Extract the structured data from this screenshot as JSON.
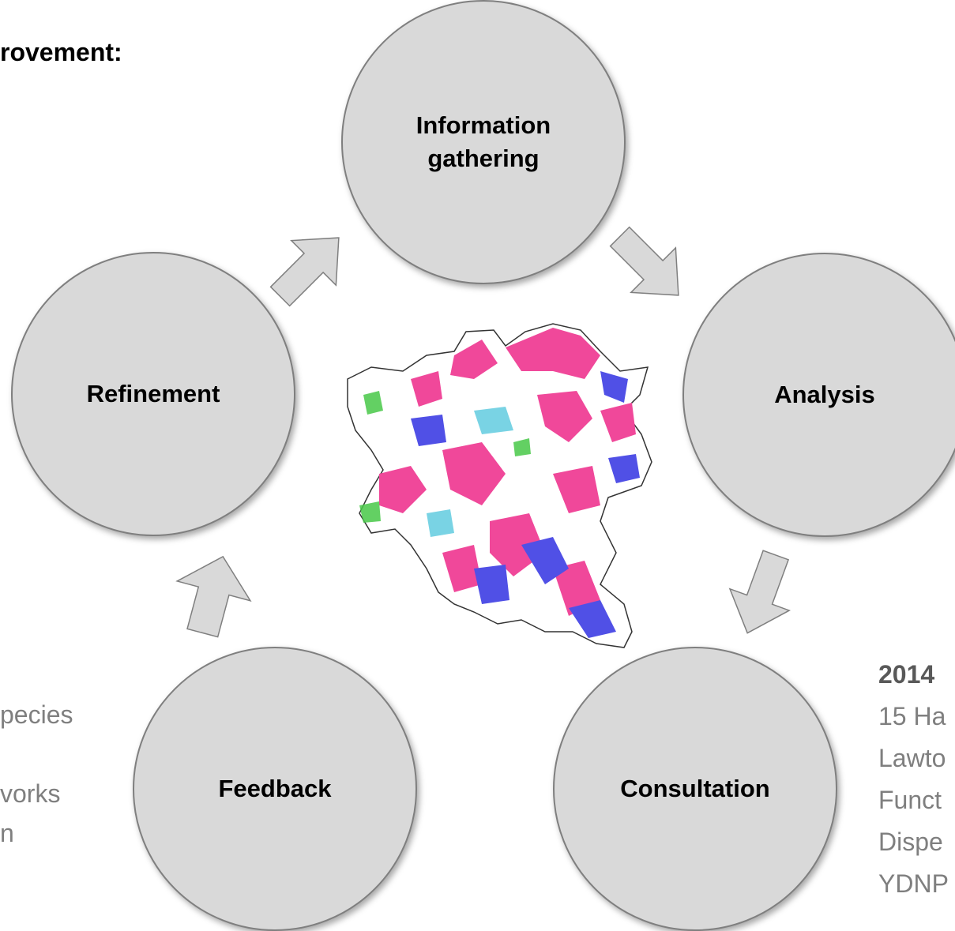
{
  "heading": "rovement:",
  "cycle": {
    "information_gathering": "Information\ngathering",
    "analysis": "Analysis",
    "consultation": "Consultation",
    "feedback": "Feedback",
    "refinement": "Refinement"
  },
  "left_text": [
    "pecies",
    "",
    "vorks",
    "n"
  ],
  "right_text": {
    "year": "2014",
    "lines": [
      "15 Ha",
      "Lawto",
      "Funct",
      "Dispe",
      "YDNP"
    ]
  },
  "map_colors": {
    "pink": "#f0489a",
    "blue": "#5050e6",
    "green": "#48c848",
    "white": "#ffffff",
    "cyan": "#40c0d8"
  },
  "circle_fill": "#d9d9d9",
  "arrow_fill": "#d9d9d9"
}
